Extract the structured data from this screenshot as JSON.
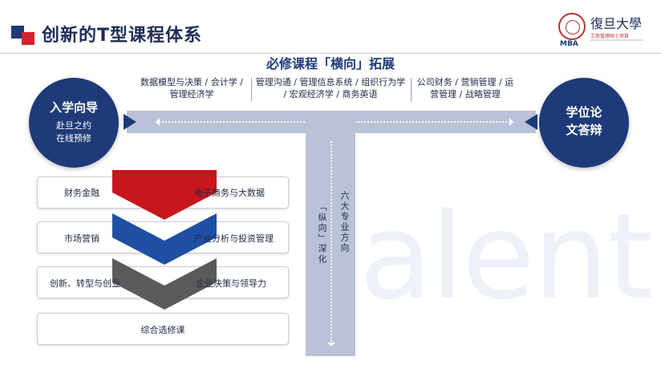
{
  "header": {
    "title": "创新的T型课程体系",
    "brand": {
      "name_cn": "復旦大學",
      "mba": "MBA",
      "subtitle": "工商管理硕士项目"
    }
  },
  "horizontal": {
    "title": "必修课程「横向」拓展",
    "groups": [
      "数据模型与决策 / 会计学 / 管理经济学",
      "管理沟通 / 管理信息系统 / 组织行为学 / 宏观经济学 / 商务英语",
      "公司财务 / 营销管理 / 运营管理 / 战略管理"
    ]
  },
  "start_circle": {
    "title": "入学向导",
    "line1": "赴旦之约",
    "line2": "在线预修"
  },
  "end_circle": {
    "line1": "学位论",
    "line2": "文答辩"
  },
  "vertical": {
    "label_left": "「纵向」深化",
    "label_right": "六大专业方向"
  },
  "directions": [
    {
      "left": "财务金融",
      "right": "电子商务与大数据"
    },
    {
      "left": "市场营销",
      "right": "产业分析与投资管理"
    },
    {
      "left": "创新、转型与创业",
      "right": "企业决策与领导力"
    }
  ],
  "electives": "综合选修课",
  "watermark": "alent",
  "colors": {
    "navy": "#1e3a78",
    "red": "#c8161d",
    "blue": "#1f4fa3",
    "gray": "#5a5a5a",
    "bar": "#b9c2d6"
  }
}
